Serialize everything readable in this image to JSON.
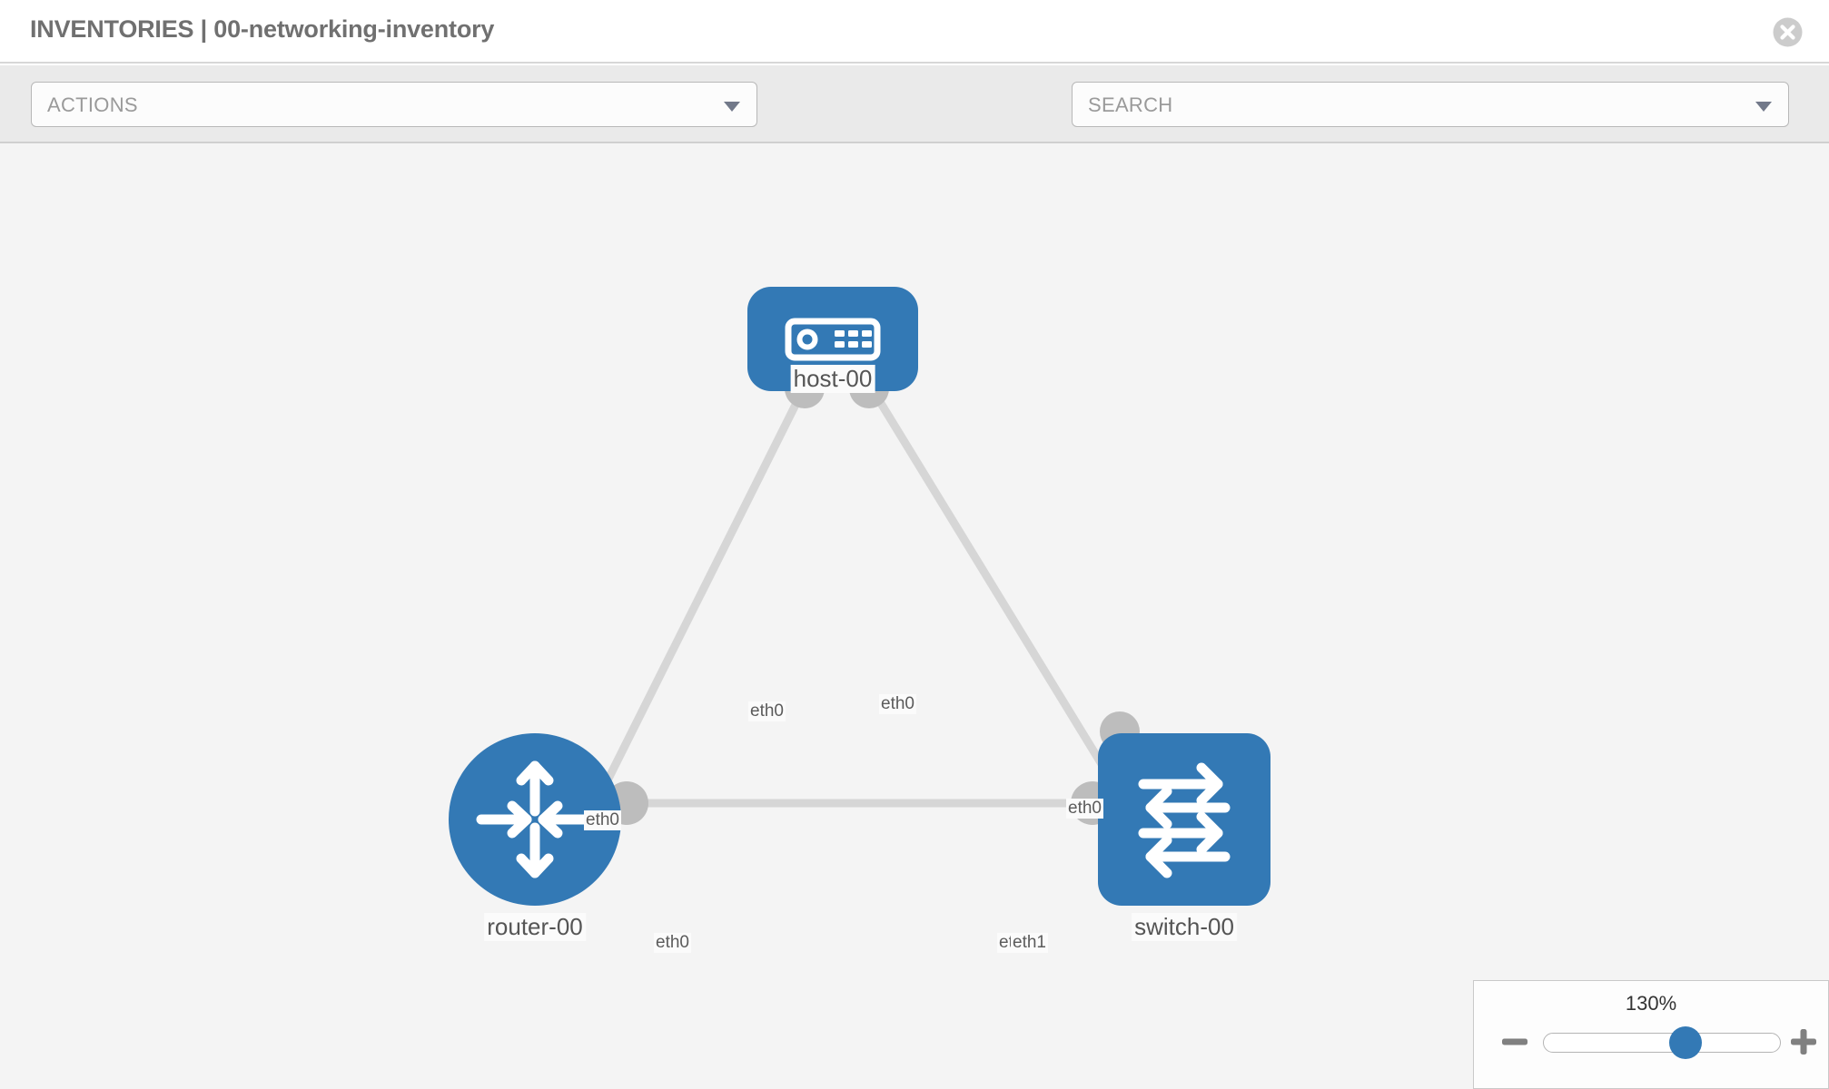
{
  "header": {
    "title": "INVENTORIES | 00-networking-inventory",
    "close_label": "close-icon"
  },
  "toolbar": {
    "actions_label": "ACTIONS",
    "search_placeholder": "SEARCH",
    "wrench_icon": "wrench-icon",
    "key_icon": "key-icon"
  },
  "topology": {
    "nodes": [
      {
        "id": "host-00",
        "label": "host-00",
        "type": "host",
        "icon": "server-icon"
      },
      {
        "id": "router-00",
        "label": "router-00",
        "type": "router",
        "icon": "router-arrows-icon"
      },
      {
        "id": "switch-00",
        "label": "switch-00",
        "type": "switch",
        "icon": "switch-arrows-icon"
      }
    ],
    "links": [
      {
        "from": "router-00",
        "to": "host-00",
        "from_iface": "eth0",
        "to_iface": "eth0"
      },
      {
        "from": "host-00",
        "to": "switch-00",
        "from_iface": "eth0",
        "to_iface": "eth0"
      },
      {
        "from": "router-00",
        "to": "switch-00",
        "from_iface": "eth0",
        "to_iface": "eth1"
      }
    ],
    "iface_labels": {
      "host_left": "eth0",
      "host_right": "eth0",
      "router_up": "eth0",
      "switch_up": "eth0",
      "router_right": "eth0",
      "switch_left_under": "eth0",
      "switch_left": "eth1"
    },
    "colors": {
      "node_blue": "#3379b5",
      "link_gray": "#d4d4d4",
      "connector_gray": "#bbbbbb",
      "canvas_bg": "#f4f4f4"
    }
  },
  "zoom_control": {
    "value": "130%",
    "minus_label": "zoom-out",
    "plus_label": "zoom-in",
    "slider_percent": 60
  }
}
